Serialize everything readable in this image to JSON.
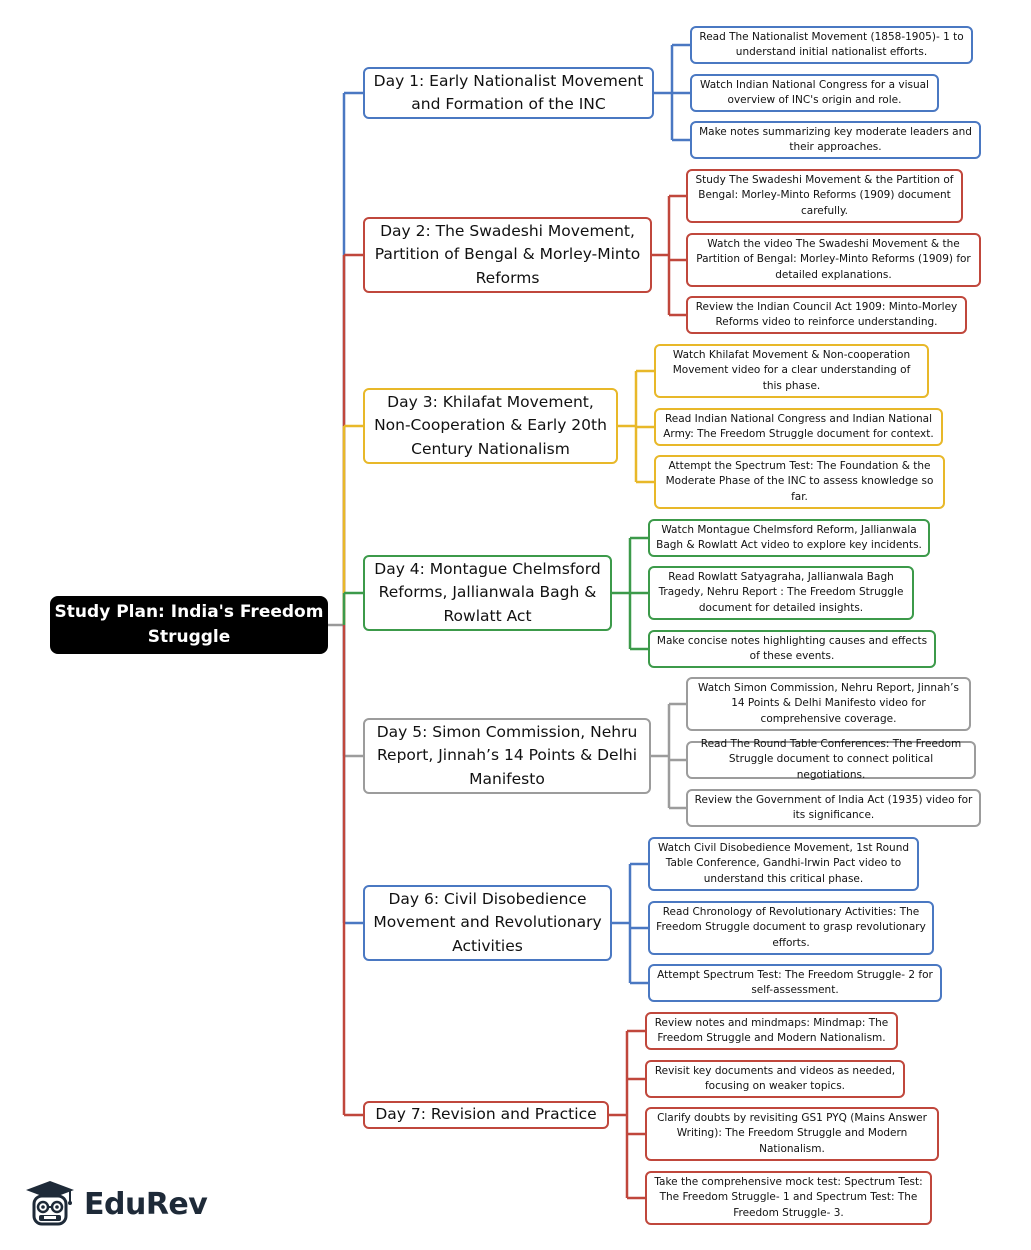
{
  "title": "Study Plan: India's Freedom Struggle",
  "brand": "EduRev",
  "colors": {
    "root": "#000000",
    "root_link": "#999999",
    "blue": "#4a78c2",
    "red": "#c0473c",
    "yellow": "#e8b829",
    "green": "#3c9a4a",
    "gray": "#9c9c9c"
  },
  "days": [
    {
      "label": "Day 1: Early Nationalist Movement and Formation of the INC",
      "color": "blue",
      "tasks": [
        "Read The Nationalist Movement (1858-1905)- 1 to understand initial nationalist efforts.",
        "Watch Indian National Congress for a visual overview of INC's origin and role.",
        "Make notes summarizing key moderate leaders and their approaches."
      ]
    },
    {
      "label": "Day 2: The Swadeshi Movement, Partition of Bengal & Morley-Minto Reforms",
      "color": "red",
      "tasks": [
        "Study The Swadeshi Movement & the Partition of Bengal: Morley-Minto Reforms (1909) document carefully.",
        "Watch the video The Swadeshi Movement & the Partition of Bengal: Morley-Minto Reforms (1909) for detailed explanations.",
        "Review the Indian Council Act 1909: Minto-Morley Reforms video to reinforce understanding."
      ]
    },
    {
      "label": "Day 3: Khilafat Movement, Non-Cooperation & Early 20th Century Nationalism",
      "color": "yellow",
      "tasks": [
        "Watch Khilafat Movement & Non-cooperation Movement video for a clear understanding of this phase.",
        "Read Indian National Congress and Indian National Army: The Freedom Struggle document for context.",
        "Attempt the Spectrum Test: The Foundation & the Moderate Phase of the INC to assess knowledge so far."
      ]
    },
    {
      "label": "Day 4: Montague Chelmsford Reforms, Jallianwala Bagh & Rowlatt Act",
      "color": "green",
      "tasks": [
        "Watch Montague Chelmsford Reform, Jallianwala Bagh & Rowlatt Act video to explore key incidents.",
        "Read Rowlatt Satyagraha, Jallianwala Bagh Tragedy, Nehru Report : The Freedom Struggle document for detailed insights.",
        "Make concise notes highlighting causes and effects of these events."
      ]
    },
    {
      "label": "Day 5: Simon Commission, Nehru Report, Jinnah’s 14 Points & Delhi Manifesto",
      "color": "gray",
      "tasks": [
        "Watch Simon Commission, Nehru Report, Jinnah’s 14 Points & Delhi Manifesto video for comprehensive coverage.",
        "Read The Round Table Conferences: The Freedom Struggle document to connect political negotiations.",
        "Review the Government of India Act (1935) video for its significance."
      ]
    },
    {
      "label": "Day 6: Civil Disobedience Movement and Revolutionary Activities",
      "color": "blue",
      "tasks": [
        "Watch Civil Disobedience Movement, 1st Round Table Conference, Gandhi-Irwin Pact video to understand this critical phase.",
        "Read Chronology of Revolutionary Activities: The Freedom Struggle document to grasp revolutionary efforts.",
        "Attempt Spectrum Test: The Freedom Struggle- 2 for self-assessment."
      ]
    },
    {
      "label": "Day 7: Revision and Practice",
      "color": "red",
      "tasks": [
        "Review notes and mindmaps: Mindmap: The Freedom Struggle and Modern Nationalism.",
        "Revisit key documents and videos as needed, focusing on weaker topics.",
        "Clarify doubts by revisiting GS1 PYQ (Mains Answer Writing): The Freedom Struggle and Modern Nationalism.",
        "Take the comprehensive mock test: Spectrum Test: The Freedom Struggle- 1 and Spectrum Test: The Freedom Struggle- 3."
      ]
    }
  ]
}
